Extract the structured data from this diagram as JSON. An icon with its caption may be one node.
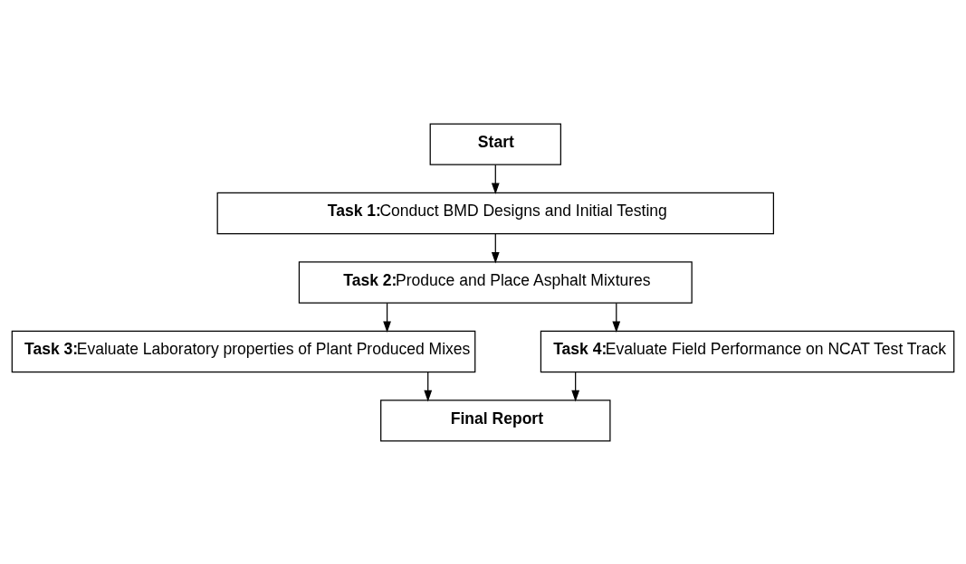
{
  "diagram": {
    "nodes": [
      {
        "text": [
          "Start"
        ]
      },
      {
        "text": [
          "Task 1:",
          "Conduct BMD Designs and Initial Testing"
        ]
      },
      {
        "text": [
          "Task 2:",
          "Produce and Place Asphalt Mixtures"
        ]
      },
      {
        "text": [
          "Task 3:",
          "Evaluate Laboratory properties of Plant Produced Mixes"
        ]
      },
      {
        "text": [
          "Task 4:",
          "Evaluate Field Performance on NCAT Test Track"
        ]
      },
      {
        "text": [
          "Final Report"
        ]
      }
    ],
    "edges": [
      {
        "from": 0,
        "to": 1,
        "arrow": "to"
      },
      {
        "from": 1,
        "to": 2,
        "arrow": "to"
      },
      {
        "from": 2,
        "to": 3,
        "arrow": "to"
      },
      {
        "from": 2,
        "to": 4,
        "arrow": "to"
      },
      {
        "from": 3,
        "to": 5,
        "arrow": "to"
      },
      {
        "from": 4,
        "to": 5,
        "arrow": "to"
      }
    ]
  }
}
